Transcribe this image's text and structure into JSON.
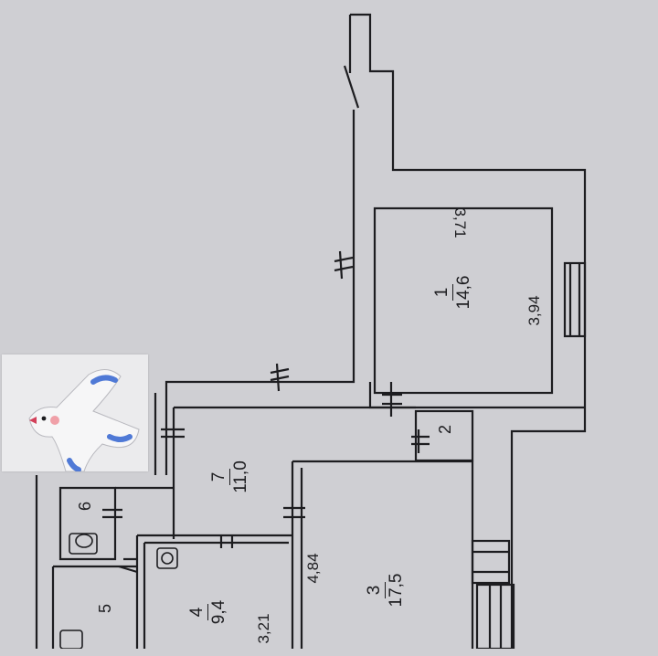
{
  "rooms": [
    {
      "id": "1",
      "number": "1",
      "area": "14,6",
      "width": "3,94",
      "length": "3,71"
    },
    {
      "id": "2",
      "number": "2"
    },
    {
      "id": "3",
      "number": "3",
      "area": "17,5",
      "width": "4,84"
    },
    {
      "id": "4",
      "number": "4",
      "area": "9,4",
      "width": "3,21"
    },
    {
      "id": "5",
      "number": "5"
    },
    {
      "id": "6",
      "number": "6"
    },
    {
      "id": "7",
      "number": "7",
      "area": "11,0"
    }
  ],
  "colors": {
    "paper": "#cfcfd3",
    "line": "#1d1d20",
    "sticker": "#ebebed",
    "bird_accent": "#4f79d6",
    "bird_beak": "#d2415a"
  },
  "icons": [
    "toilet-icon",
    "sink-icon",
    "bird-sticker-icon"
  ]
}
